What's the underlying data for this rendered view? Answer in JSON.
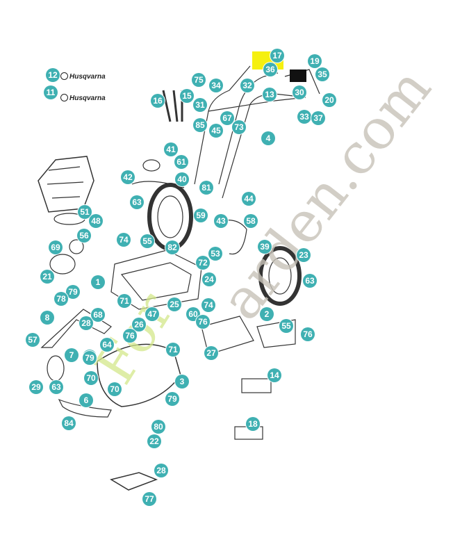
{
  "brand_decals": [
    "Husqvarna",
    "Husqvarna"
  ],
  "watermark": {
    "left_text": "For",
    "right_text": "arden.com"
  },
  "highlight_color": "#f5f010",
  "callout_color": "#3fb0b2",
  "callouts": [
    "12",
    "11",
    "16",
    "15",
    "75",
    "34",
    "31",
    "85",
    "67",
    "45",
    "73",
    "32",
    "13",
    "36",
    "17",
    "19",
    "35",
    "30",
    "20",
    "33",
    "37",
    "4",
    "41",
    "61",
    "42",
    "40",
    "81",
    "44",
    "63",
    "51",
    "48",
    "56",
    "69",
    "21",
    "59",
    "43",
    "58",
    "74",
    "55",
    "82",
    "53",
    "72",
    "23",
    "63",
    "1",
    "79",
    "71",
    "78",
    "8",
    "28",
    "68",
    "47",
    "60",
    "25",
    "74",
    "76",
    "26",
    "79",
    "76",
    "2",
    "55",
    "76",
    "64",
    "57",
    "7",
    "79",
    "27",
    "70",
    "71",
    "3",
    "29",
    "63",
    "70",
    "79",
    "6",
    "84",
    "80",
    "22",
    "18",
    "14",
    "28",
    "77",
    "24",
    "39"
  ]
}
